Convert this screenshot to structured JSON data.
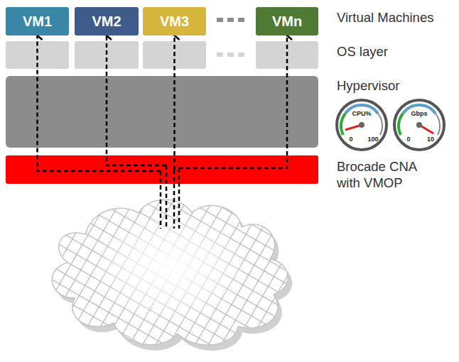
{
  "diagram": {
    "nodes": [
      {
        "text": [
          "VM1"
        ]
      },
      {
        "text": [
          "VM2"
        ]
      },
      {
        "text": [
          "VM3"
        ]
      },
      {
        "text": [
          "VMn"
        ]
      },
      {
        "text": [
          "Brocade CNA with VMOP"
        ]
      }
    ],
    "edges": [
      {
        "from": 4,
        "to": 0,
        "arrow": "to"
      },
      {
        "from": 4,
        "to": 1,
        "arrow": "to"
      },
      {
        "from": 4,
        "to": 2,
        "arrow": "to"
      },
      {
        "from": 4,
        "to": 3,
        "arrow": "to"
      }
    ],
    "labels": [
      "Virtual Machines",
      "OS layer",
      "Hypervisor",
      "CPU%",
      "0",
      "100",
      "Gbps",
      "0",
      "10"
    ]
  }
}
